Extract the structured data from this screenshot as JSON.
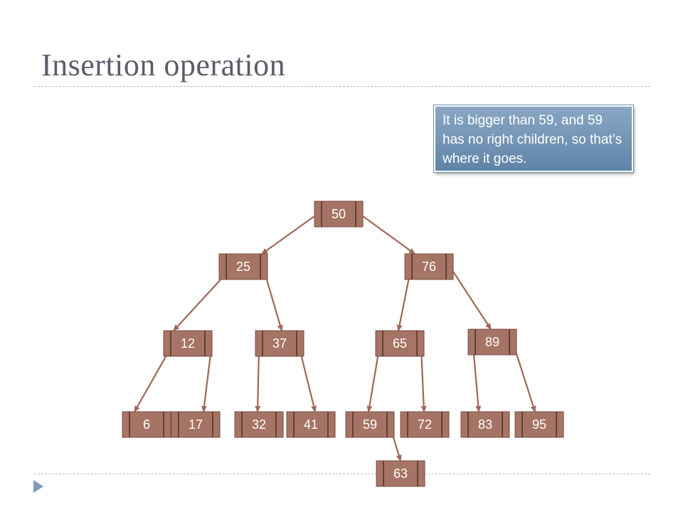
{
  "slide": {
    "title": "Insertion operation",
    "callout": "It is bigger than 59, and 59 has no right children, so that’s where it goes."
  },
  "tree": {
    "nodes": [
      {
        "id": "n50",
        "label": "50"
      },
      {
        "id": "n25",
        "label": "25"
      },
      {
        "id": "n76",
        "label": "76"
      },
      {
        "id": "n12",
        "label": "12"
      },
      {
        "id": "n37",
        "label": "37"
      },
      {
        "id": "n65",
        "label": "65"
      },
      {
        "id": "n89",
        "label": "89"
      },
      {
        "id": "n6",
        "label": "6"
      },
      {
        "id": "n17",
        "label": "17"
      },
      {
        "id": "n32",
        "label": "32"
      },
      {
        "id": "n41",
        "label": "41"
      },
      {
        "id": "n59",
        "label": "59"
      },
      {
        "id": "n72",
        "label": "72"
      },
      {
        "id": "n83",
        "label": "83"
      },
      {
        "id": "n95",
        "label": "95"
      },
      {
        "id": "n63",
        "label": "63"
      }
    ],
    "edges": [
      {
        "from": "n50",
        "to": "n25"
      },
      {
        "from": "n50",
        "to": "n76"
      },
      {
        "from": "n25",
        "to": "n12"
      },
      {
        "from": "n25",
        "to": "n37"
      },
      {
        "from": "n76",
        "to": "n65"
      },
      {
        "from": "n76",
        "to": "n89"
      },
      {
        "from": "n12",
        "to": "n6"
      },
      {
        "from": "n12",
        "to": "n17"
      },
      {
        "from": "n37",
        "to": "n32"
      },
      {
        "from": "n37",
        "to": "n41"
      },
      {
        "from": "n65",
        "to": "n59"
      },
      {
        "from": "n65",
        "to": "n72"
      },
      {
        "from": "n89",
        "to": "n83"
      },
      {
        "from": "n89",
        "to": "n95"
      },
      {
        "from": "n59",
        "to": "n63"
      }
    ]
  }
}
